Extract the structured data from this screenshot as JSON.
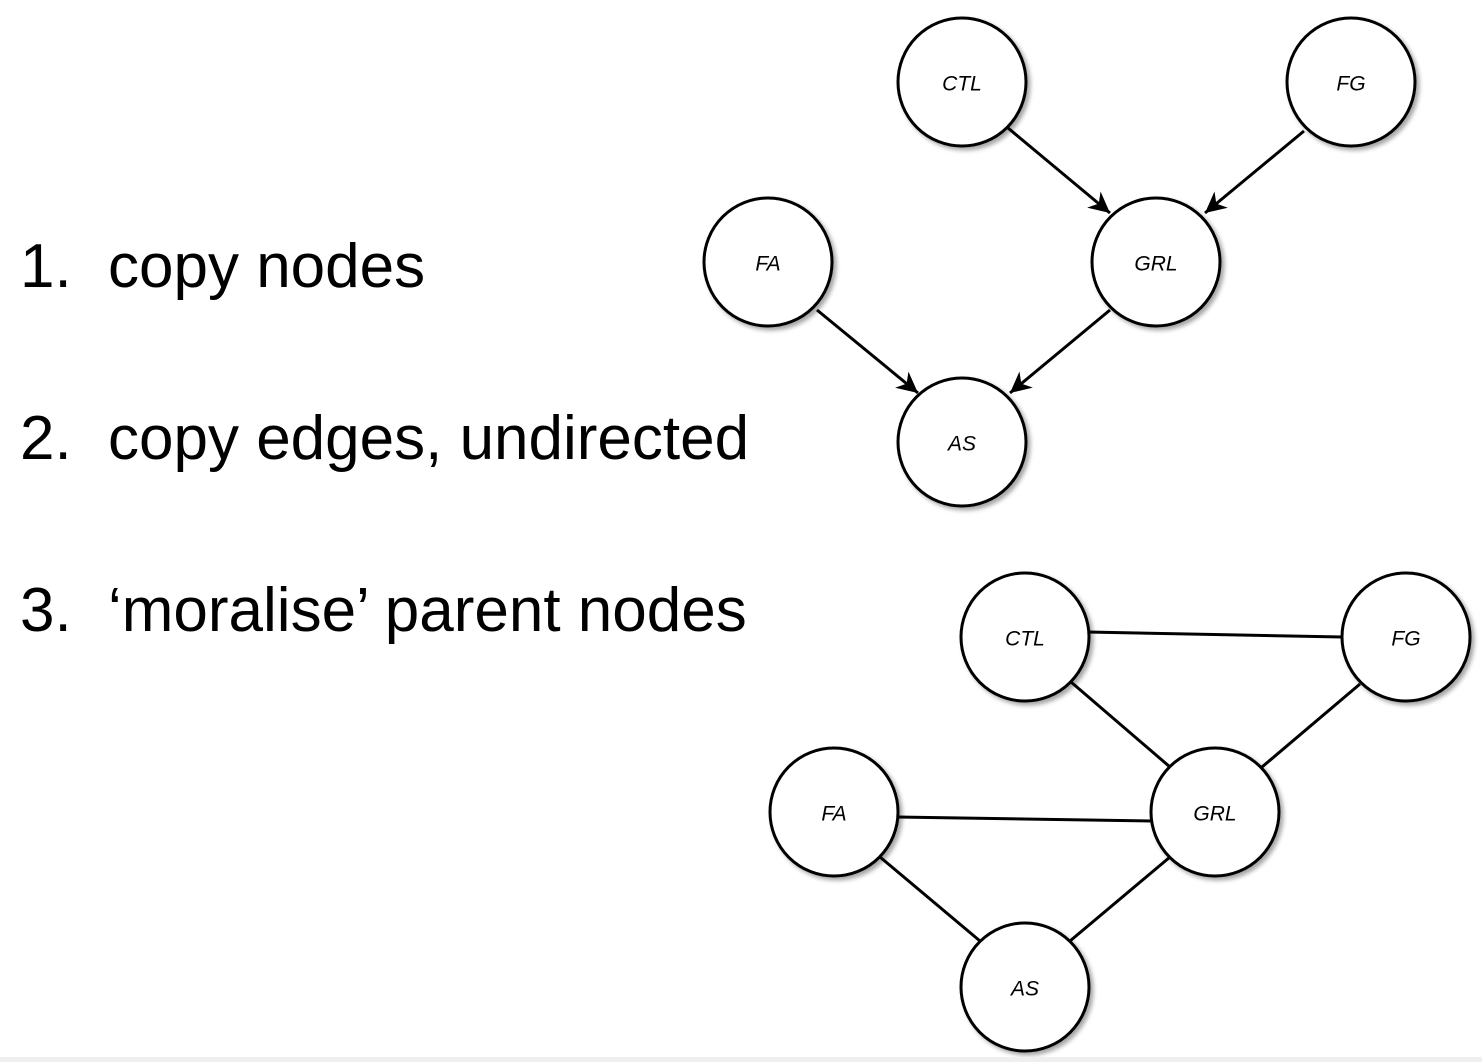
{
  "steps": [
    {
      "num": "1.",
      "text": "copy nodes"
    },
    {
      "num": "2.",
      "text": "copy edges, undirected"
    },
    {
      "num": "3.",
      "text": "‘moralise’ parent nodes"
    }
  ],
  "graphs": {
    "directed": {
      "nodes": {
        "ctl": "CTL",
        "fg": "FG",
        "fa": "FA",
        "grl": "GRL",
        "as": "AS"
      },
      "edges": [
        [
          "CTL",
          "GRL"
        ],
        [
          "FG",
          "GRL"
        ],
        [
          "FA",
          "AS"
        ],
        [
          "GRL",
          "AS"
        ]
      ]
    },
    "moral": {
      "nodes": {
        "ctl": "CTL",
        "fg": "FG",
        "fa": "FA",
        "grl": "GRL",
        "as": "AS"
      },
      "edges": [
        [
          "CTL",
          "FG"
        ],
        [
          "CTL",
          "GRL"
        ],
        [
          "FG",
          "GRL"
        ],
        [
          "FA",
          "GRL"
        ],
        [
          "FA",
          "AS"
        ],
        [
          "GRL",
          "AS"
        ]
      ]
    }
  }
}
